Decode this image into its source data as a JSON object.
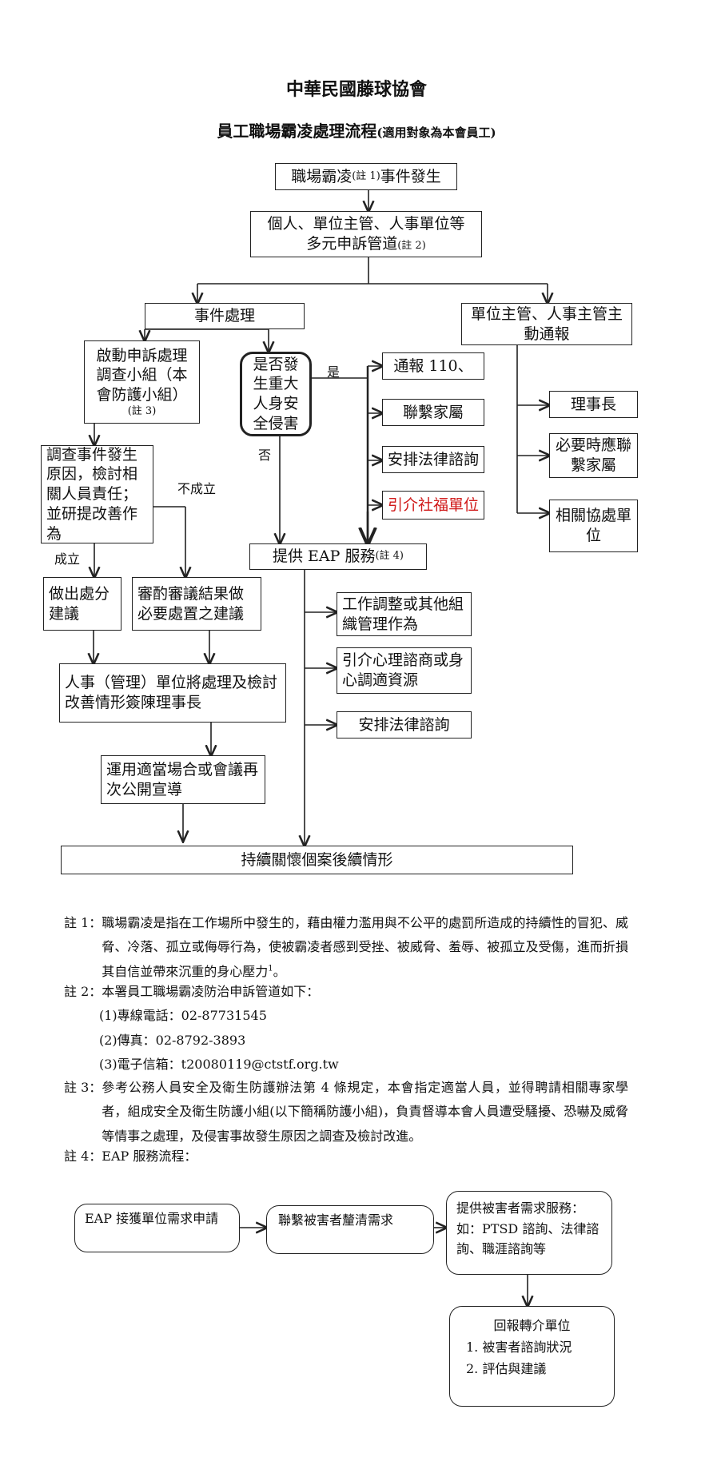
{
  "header": {
    "org": "中華民國藤球協會",
    "title_main": "員工職場霸凌處理流程",
    "title_scope": "(適用對象為本會員工)"
  },
  "flow": {
    "occur": {
      "a": "職場霸凌",
      "note": "(註 1)",
      "b": "事件發生"
    },
    "channels": {
      "line1": "個人、單位主管、人事單位等",
      "line2": "多元申訴管道",
      "note": "(註 2)"
    },
    "handle": "事件處理",
    "proactive": "單位主管、人事主管主動通報",
    "committee": {
      "text": "啟動申訴處理調查小組（本會防護小組）",
      "note": "(註 3)"
    },
    "decision": "是否發生重大人身安全侵害",
    "yes": "是",
    "no": "否",
    "actions": [
      "通報 110、",
      "聯繫家屬",
      "安排法律諮詢",
      "引介社福單位"
    ],
    "notify": [
      "理事長",
      "必要時應聯繫家屬",
      "相關協處單位"
    ],
    "investigate": "調查事件發生原因，檢討相關人員責任；並研提改善作為",
    "not_established": "不成立",
    "established": "成立",
    "eap": {
      "text": "提供 EAP 服務",
      "note": "(註 4)"
    },
    "eap_items": [
      "工作調整或其他組織管理作為",
      "引介心理諮商或身心調適資源",
      "安排法律諮詢"
    ],
    "penalty": "做出處分建議",
    "review": "審酌審議結果做必要處置之建議",
    "hr_report": "人事（管理）單位將處理及檢討改善情形簽陳理事長",
    "promote": "運用適當場合或會議再次公開宣導",
    "followup": "持續關懷個案後續情形"
  },
  "notes": {
    "n1_label": "註 1：",
    "n1_text": "職場霸凌是指在工作場所中發生的，藉由權力濫用與不公平的處罰所造成的持續性的冒犯、威脅、冷落、孤立或侮辱行為，使被霸凌者感到受挫、被威脅、羞辱、被孤立及受傷，進而折損其自信並帶來沉重的身心壓力",
    "n1_sup": "1",
    "n1_end": "。",
    "n2_label": "註 2：",
    "n2_text": "本署員工職場霸凌防治申訴管道如下：",
    "n2_items": [
      "(1)專線電話：02-87731545",
      "(2)傳真：02-8792-3893",
      "(3)電子信箱：t20080119@ctstf.org.tw"
    ],
    "n3_label": "註 3：",
    "n3_text": "參考公務人員安全及衛生防護辦法第 4 條規定，本會指定適當人員，並得聘請相關專家學者，組成安全及衛生防護小組(以下簡稱防護小組)，負責督導本會人員遭受騷擾、恐嚇及威脅等情事之處理，及侵害事故發生原因之調查及檢討改進。",
    "n4_label": "註 4：",
    "n4_text": "EAP 服務流程："
  },
  "eap_flow": {
    "step1": "EAP 接獲單位需求申請",
    "step2": "聯繫被害者釐清需求",
    "step3": "提供被害者需求服務：如：PTSD 諮詢、法律諮詢、職涯諮詢等",
    "step4_title": "回報轉介單位",
    "step4_items": [
      "1.  被害者諮詢狀況",
      "2.  評估與建議"
    ]
  }
}
